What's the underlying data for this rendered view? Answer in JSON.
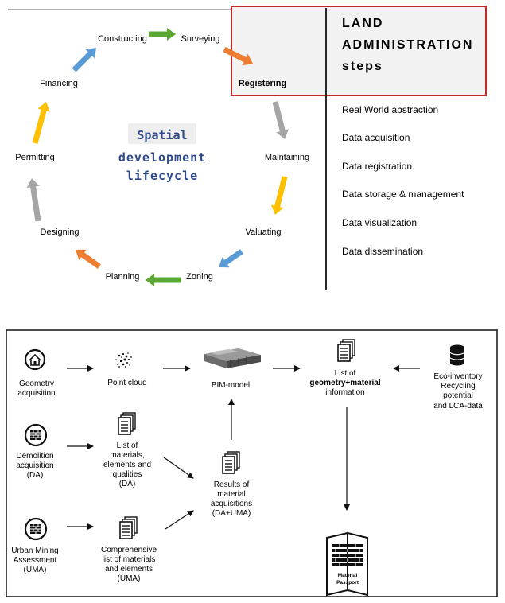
{
  "cycle": {
    "title_line1": "Spatial",
    "title_line2": "development",
    "title_line3": "lifecycle",
    "stages": [
      "Constructing",
      "Surveying",
      "Registering",
      "Maintaining",
      "Valuating",
      "Zoning",
      "Planning",
      "Designing",
      "Permitting",
      "Financing"
    ],
    "arrow_colors": {
      "green": "#5aa832",
      "orange": "#ed7d31",
      "gray": "#a5a5a5",
      "yellow": "#ffc000",
      "blue": "#5b9bd5"
    },
    "title_color": "#2e4a8b"
  },
  "land_admin": {
    "title_line1": "LAND",
    "title_line2": "ADMINISTRATION",
    "title_line3": "steps",
    "box_color": "#c0282d",
    "steps": [
      "Real World abstraction",
      "Data acquisition",
      "Data registration",
      "Data storage & management",
      "Data visualization",
      "Data dissemination"
    ]
  },
  "flow": {
    "geometry_acquisition": [
      "Geometry",
      "acquisition"
    ],
    "point_cloud": "Point cloud",
    "bim_model": "BIM-model",
    "list_info": {
      "line1": "List of",
      "line2": "geometry+material",
      "line3": "information"
    },
    "eco_inventory": [
      "Eco-inventory",
      "Recycling",
      "potential",
      "and LCA-data"
    ],
    "demolition_acquisition": [
      "Demolition",
      "acquisition",
      "(DA)"
    ],
    "list_materials": [
      "List of",
      "materials,",
      "elements and",
      "qualities",
      "(DA)"
    ],
    "results": [
      "Results of",
      "material",
      "acquisitions",
      "(DA+UMA)"
    ],
    "uma": [
      "Urban Mining",
      "Assessment",
      "(UMA)"
    ],
    "comprehensive": [
      "Comprehensive",
      "list of materials",
      "and elements",
      "(UMA)"
    ],
    "passport": [
      "Material",
      "Passport"
    ]
  }
}
